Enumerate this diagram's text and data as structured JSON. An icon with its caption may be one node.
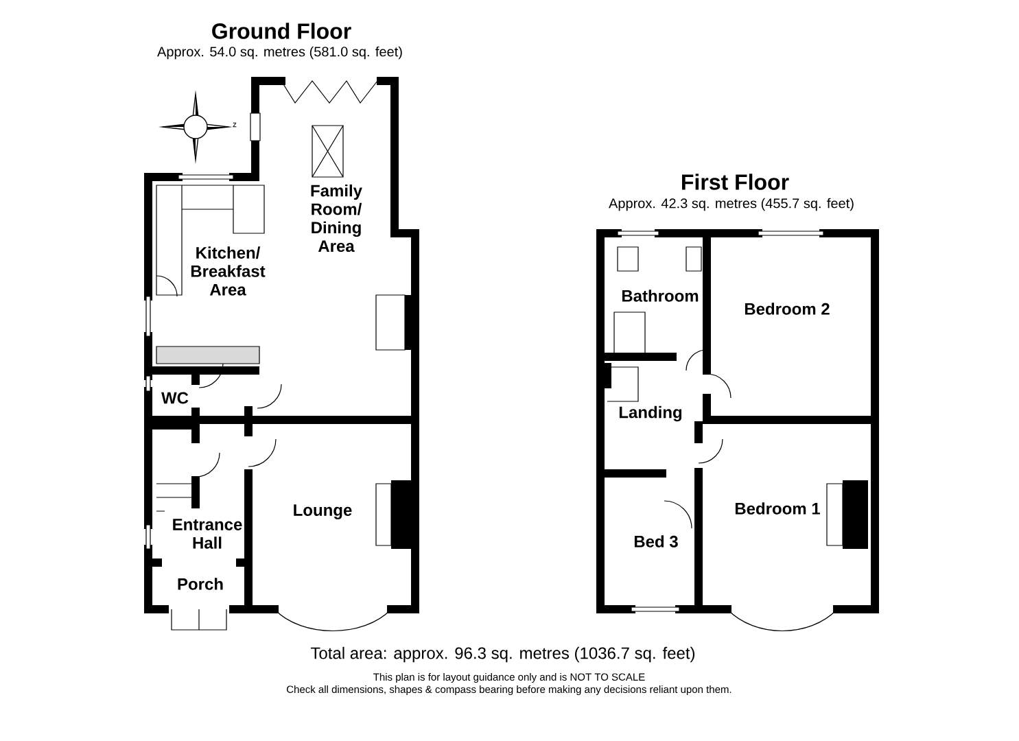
{
  "diagram": {
    "labels": [
      "Ground Floor",
      "Approx. 54.0 sq. metres (581.0 sq. feet)",
      "z",
      "Family Room/ Dining Area",
      "Kitchen/ Breakfast Area",
      "WC",
      "Lounge",
      "Entrance Hall",
      "Porch",
      "First Floor",
      "Approx. 42.3 sq. metres (455.7 sq. feet)",
      "Bathroom",
      "Bedroom 2",
      "Landing",
      "Bedroom 1",
      "Bed 3",
      "Total area: approx. 96.3 sq. metres (1036.7 sq. feet)",
      "This plan is for layout guidance only and is NOT TO SCALE",
      "Check all dimensions, shapes & compass bearing before making any decisions reliant upon them."
    ]
  }
}
